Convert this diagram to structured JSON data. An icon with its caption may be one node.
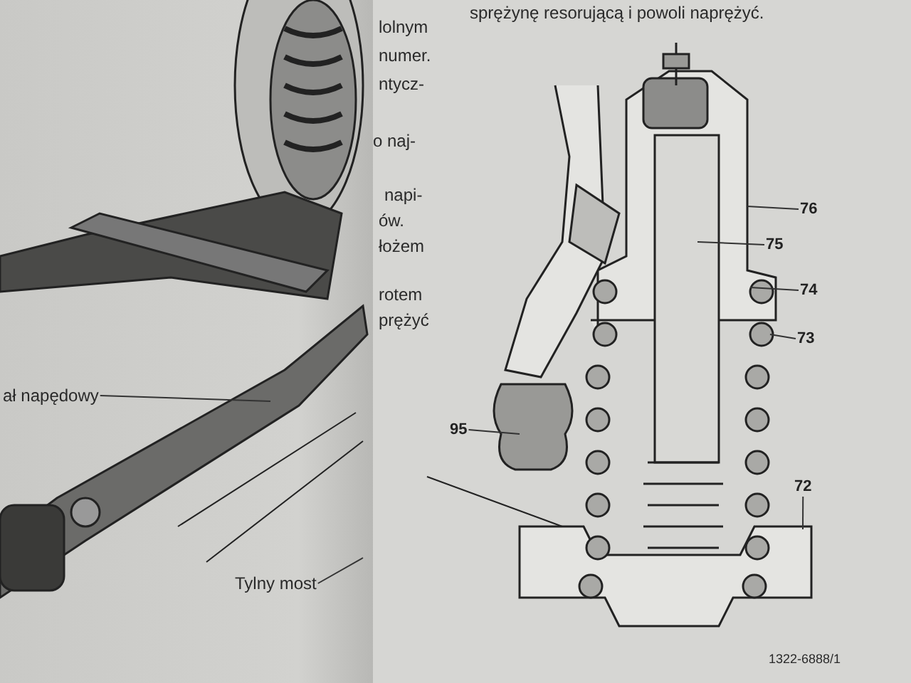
{
  "diagram": {
    "nodes": [
      {
        "text": [
          "76"
        ]
      },
      {
        "text": [
          "75"
        ]
      },
      {
        "text": [
          "74"
        ]
      },
      {
        "text": [
          "73"
        ]
      },
      {
        "text": [
          "72"
        ]
      },
      {
        "text": [
          "95"
        ]
      },
      {
        "text": [
          "ał napędowy"
        ]
      },
      {
        "text": [
          "Tylny most"
        ]
      }
    ],
    "edges": [
      {
        "from": 0,
        "to": null,
        "arrow": "none"
      },
      {
        "from": 1,
        "to": null,
        "arrow": "none"
      },
      {
        "from": 2,
        "to": null,
        "arrow": "none"
      },
      {
        "from": 3,
        "to": null,
        "arrow": "none"
      },
      {
        "from": 4,
        "to": null,
        "arrow": "none"
      },
      {
        "from": 5,
        "to": null,
        "arrow": "none"
      },
      {
        "from": 6,
        "to": null,
        "arrow": "none"
      },
      {
        "from": 7,
        "to": null,
        "arrow": "none"
      }
    ],
    "labels": [
      "sprężynę resorującą i powoli naprężyć.",
      "lolnym",
      "numer.",
      "ntycz-",
      "o naj-",
      "napi-",
      "ów.",
      "łożem",
      "rotem",
      "prężyć",
      "1322-6888/1"
    ]
  }
}
